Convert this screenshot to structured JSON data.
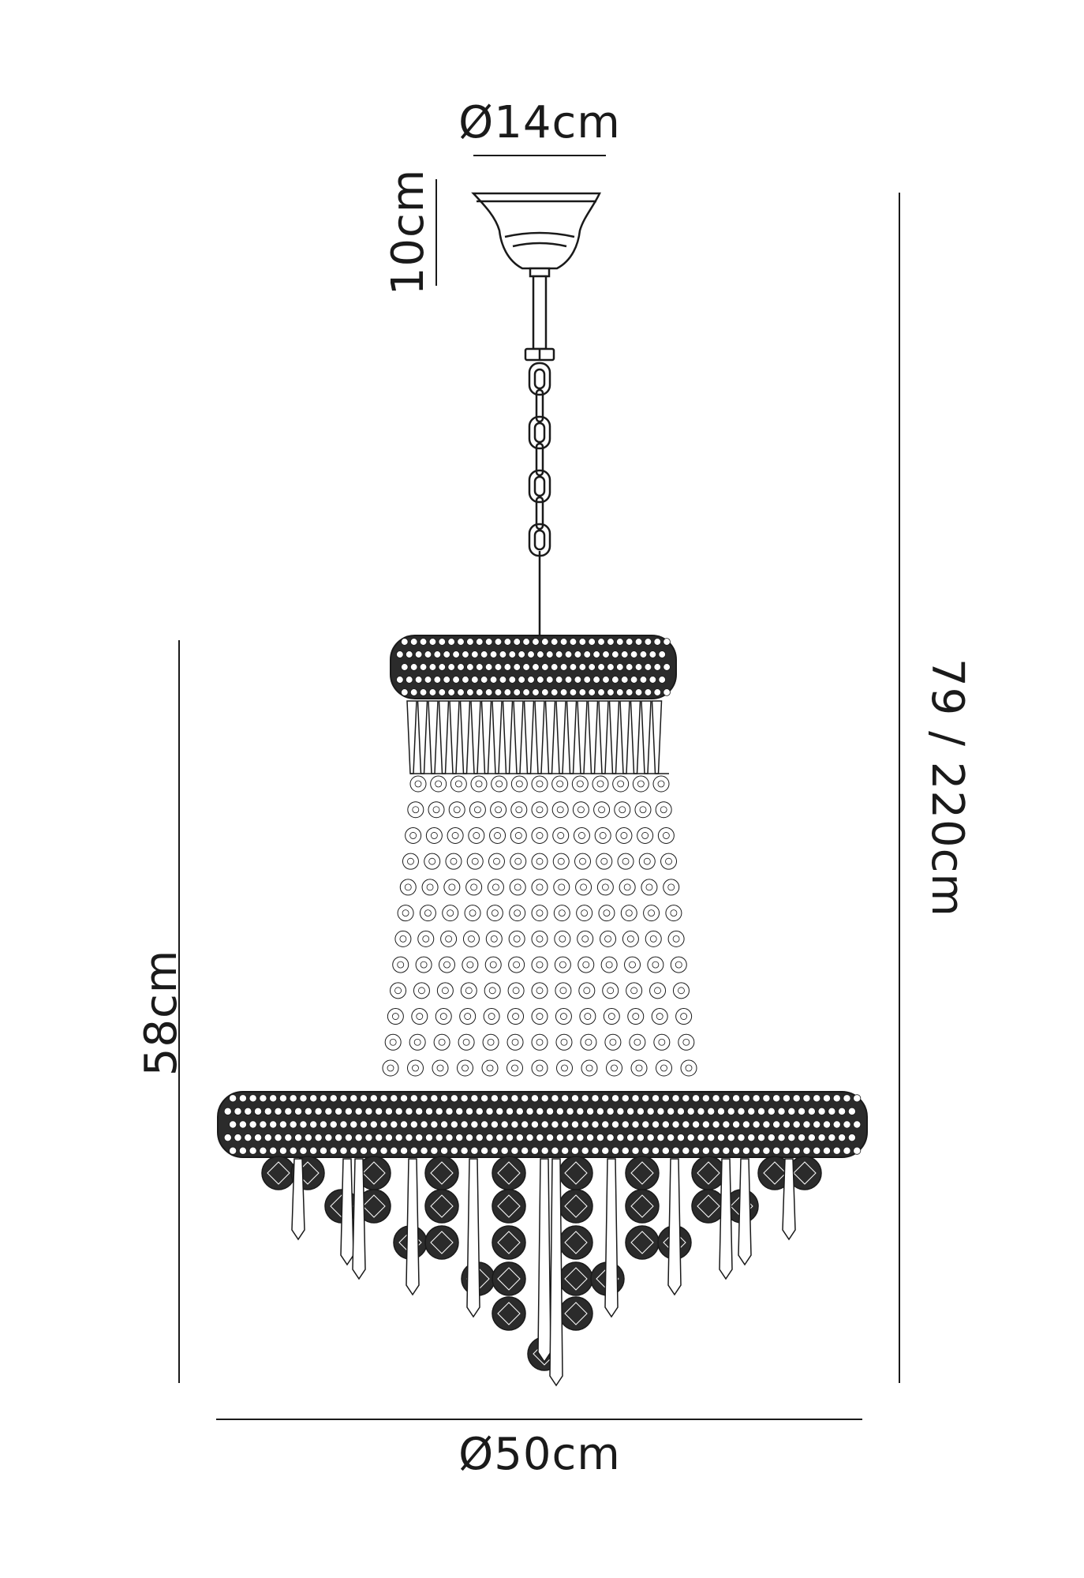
{
  "dimensions": {
    "top_diameter": "Ø14cm",
    "canopy_height": "10cm",
    "total_height": "79 / 220cm",
    "body_height": "58cm",
    "bottom_diameter": "Ø50cm"
  },
  "colors": {
    "line": "#1a1a1a",
    "fill_dark": "#2b2b2b",
    "background": "#ffffff"
  }
}
